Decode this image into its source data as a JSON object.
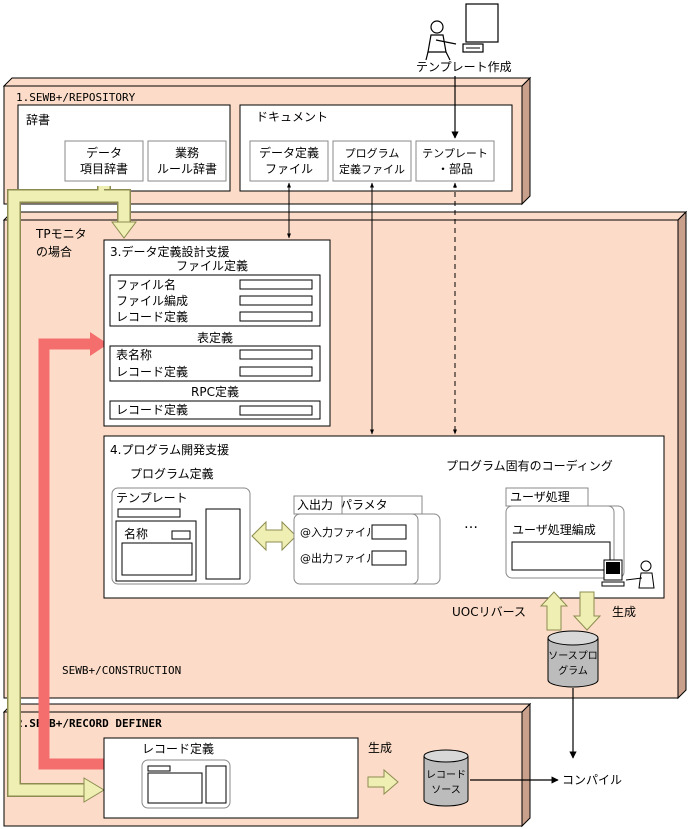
{
  "top": {
    "template_creation": "テンプレート作成"
  },
  "repository": {
    "title": "1.SEWB+/REPOSITORY",
    "dictionary": {
      "title": "辞書",
      "data_item_dict": [
        "データ",
        "項目辞書"
      ],
      "business_rule_dict": [
        "業務",
        "ルール辞書"
      ]
    },
    "document": {
      "title": "ドキュメント",
      "data_def_file": [
        "データ定義",
        "ファイル"
      ],
      "program_def_file": [
        "プログラム",
        "定義ファイル"
      ],
      "template_parts": [
        "テンプレート",
        "・部品"
      ]
    }
  },
  "tp_monitor": {
    "label": [
      "TPモニタ",
      "の場合"
    ],
    "construction_label": "SEWB+/CONSTRUCTION"
  },
  "data_def_support": {
    "title": "3.データ定義設計支援",
    "file_def": {
      "title": "ファイル定義",
      "rows": [
        "ファイル名",
        "ファイル編成",
        "レコード定義"
      ]
    },
    "table_def": {
      "title": "表定義",
      "rows": [
        "表名称",
        "レコード定義"
      ]
    },
    "rpc_def": {
      "title": "RPC定義",
      "rows": [
        "レコード定義"
      ]
    }
  },
  "program_dev_support": {
    "title": "4.プログラム開発支援",
    "program_def": "プログラム定義",
    "template": "テンプレート",
    "name": "名称",
    "io_tab": "入出力",
    "param_tab": "パラメタ",
    "input_file": "@入力ファイル",
    "output_file": "@出力ファイル",
    "ellipsis": "…",
    "unique_coding": "プログラム固有のコーディング",
    "user_proc_tab": "ユーザ処理",
    "user_proc_org": "ユーザ処理編成"
  },
  "flows": {
    "uoc_reverse": "UOCリバース",
    "generate_1": "生成",
    "generate_2": "生成",
    "compile": "コンパイル"
  },
  "source_program": [
    "ソースプロ",
    "グラム"
  ],
  "record_definer": {
    "title": "2.SEWB+/RECORD DEFINER",
    "record_def": "レコード定義",
    "record_source": [
      "レコード",
      "ソース"
    ]
  },
  "colors": {
    "salmon": "#fcdcc8",
    "cream": "#efefb4",
    "red": "#f56e6e",
    "gray": "#bcbcbc"
  }
}
